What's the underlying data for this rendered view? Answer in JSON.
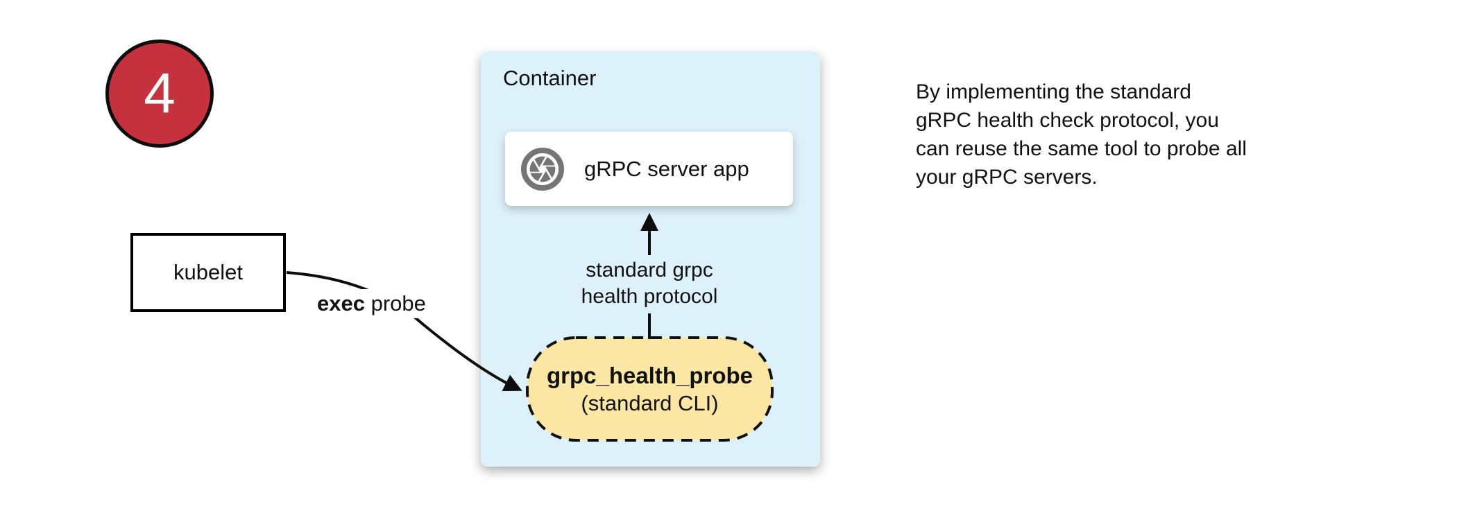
{
  "colors": {
    "badge_red": "#c5313d",
    "container_blue": "#ddf1fb",
    "probe_yellow": "#fbe7a3",
    "icon_gray": "#757575"
  },
  "step_badge": {
    "number": "4"
  },
  "kubelet_box": {
    "label": "kubelet"
  },
  "exec_probe_label": {
    "bold": "exec",
    "rest": " probe"
  },
  "container": {
    "title": "Container",
    "server_app_box": {
      "icon": "aperture-icon",
      "label": "gRPC server app"
    },
    "protocol_arrow_label": {
      "line1": "standard grpc",
      "line2": "health protocol"
    },
    "probe_pill": {
      "title": "grpc_health_probe",
      "subtitle": "(standard CLI)"
    }
  },
  "note": {
    "text": "By implementing the standard\ngRPC health check protocol, you\ncan reuse the same tool to probe all\nyour gRPC servers."
  }
}
